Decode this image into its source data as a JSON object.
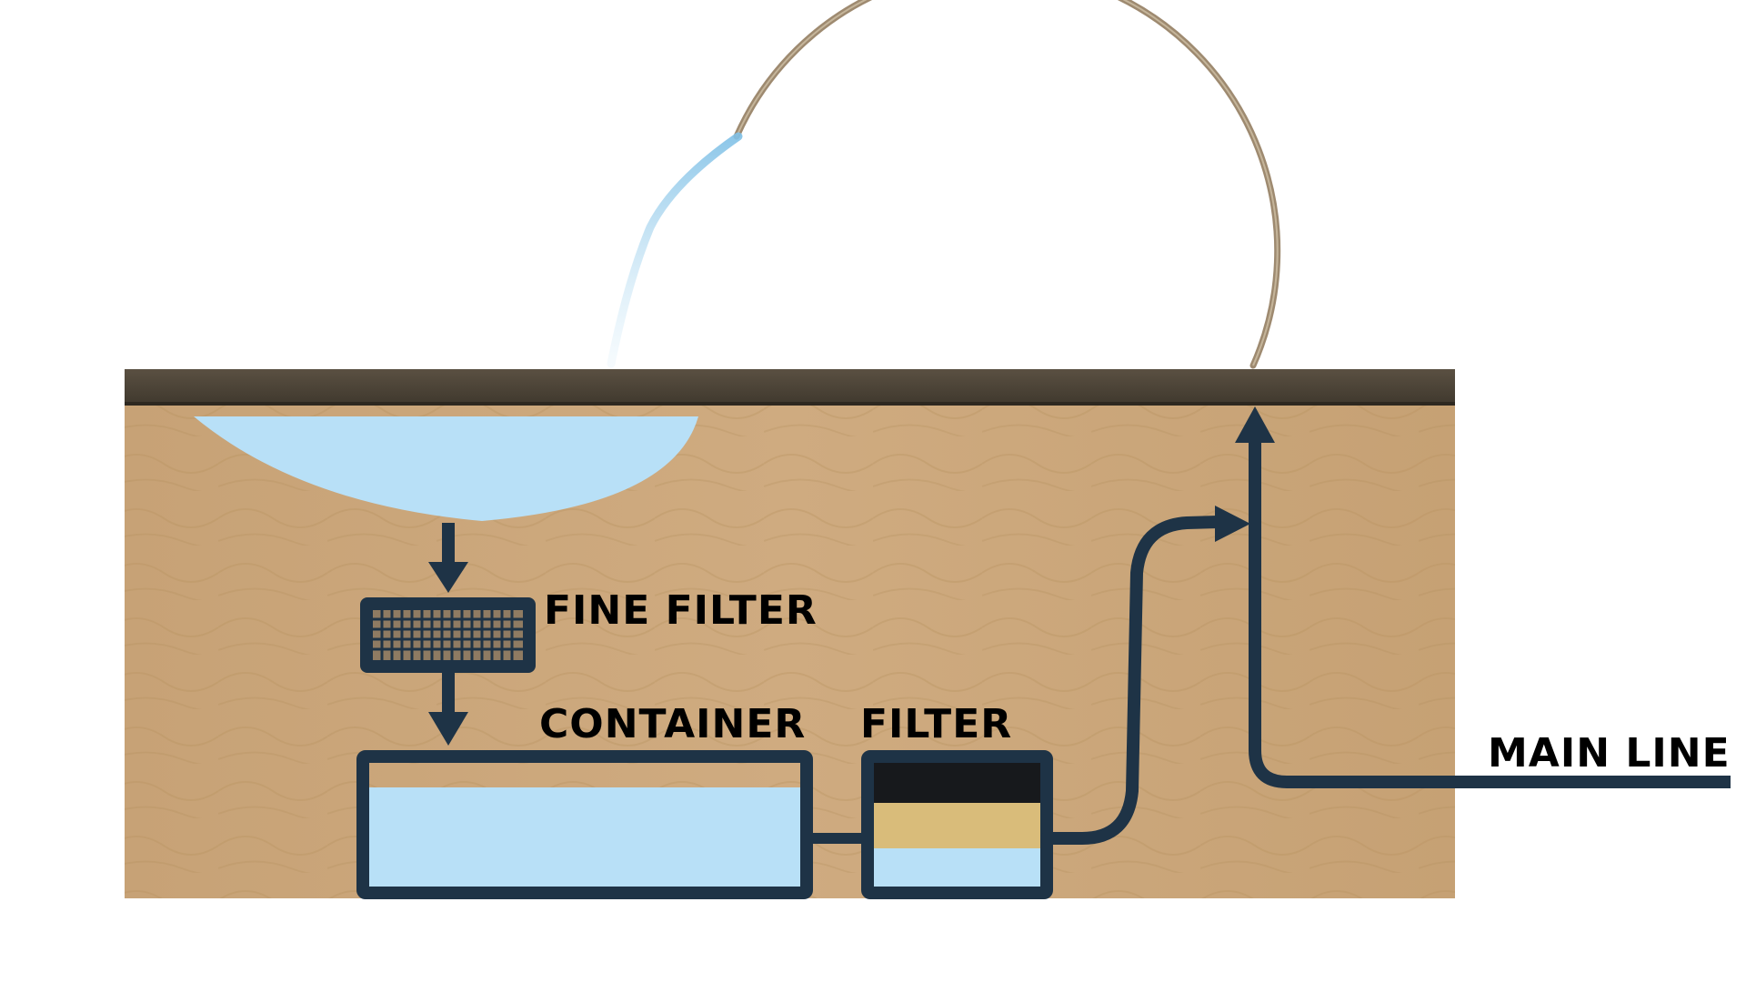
{
  "labels": {
    "fine_filter": "FINE FILTER",
    "container": "CONTAINER",
    "filter": "FILTER",
    "main_line": "MAIN LINE"
  },
  "colors": {
    "outline": "#1e3346",
    "water": "#b8e0f7",
    "wood": "#c9a57a",
    "countertop": "#4f4638",
    "carbon_layer": "#17191c",
    "sand_layer": "#d9bc7a",
    "faucet_metal": "#9e8a70",
    "text": "#000000"
  },
  "icons": {
    "fine_filter": "mesh-filter-icon",
    "flow": "flow-arrow-icon"
  }
}
